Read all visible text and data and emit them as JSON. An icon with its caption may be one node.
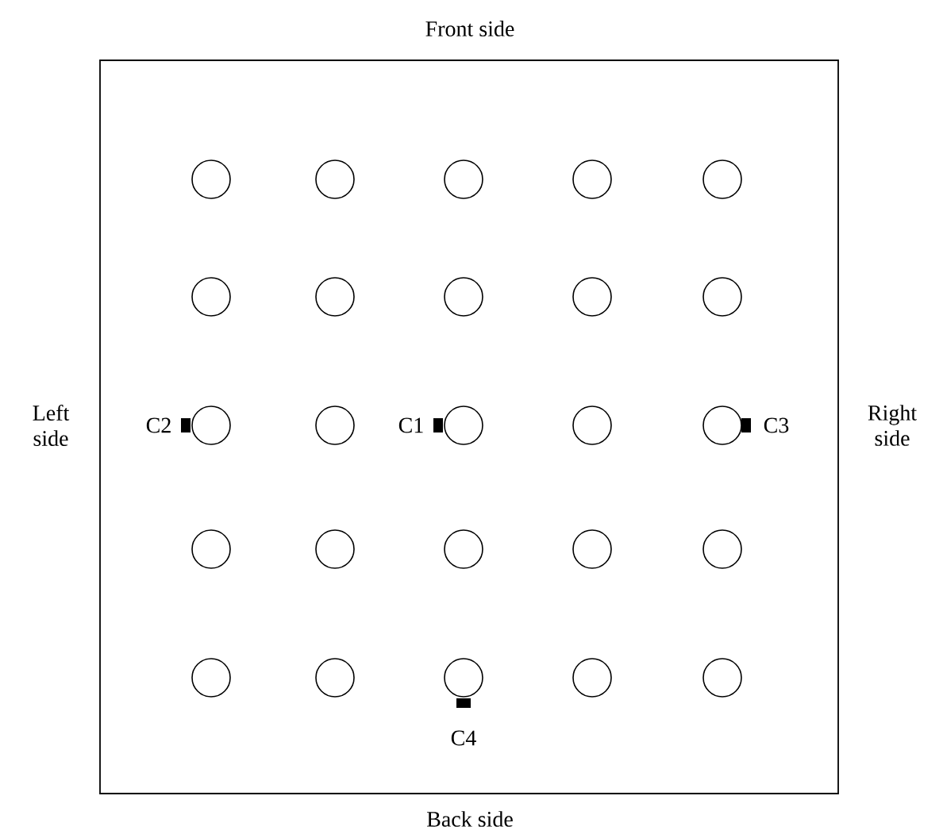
{
  "diagram": {
    "nodes": [
      {
        "text": [],
        "shape": "circle"
      },
      {
        "text": [],
        "shape": "circle"
      },
      {
        "text": [],
        "shape": "circle"
      },
      {
        "text": [],
        "shape": "circle"
      },
      {
        "text": [],
        "shape": "circle"
      },
      {
        "text": [],
        "shape": "circle"
      },
      {
        "text": [],
        "shape": "circle"
      },
      {
        "text": [],
        "shape": "circle"
      },
      {
        "text": [],
        "shape": "circle"
      },
      {
        "text": [],
        "shape": "circle"
      },
      {
        "text": [],
        "shape": "circle"
      },
      {
        "text": [],
        "shape": "circle"
      },
      {
        "text": [],
        "shape": "circle"
      },
      {
        "text": [],
        "shape": "circle"
      },
      {
        "text": [],
        "shape": "circle"
      },
      {
        "text": [],
        "shape": "circle"
      },
      {
        "text": [],
        "shape": "circle"
      },
      {
        "text": [],
        "shape": "circle"
      },
      {
        "text": [],
        "shape": "circle"
      },
      {
        "text": [],
        "shape": "circle"
      },
      {
        "text": [],
        "shape": "circle"
      },
      {
        "text": [],
        "shape": "circle"
      },
      {
        "text": [],
        "shape": "circle"
      },
      {
        "text": [],
        "shape": "circle"
      },
      {
        "text": [],
        "shape": "circle"
      }
    ],
    "labels": [
      "Front side",
      "Left side",
      "C2",
      "C1",
      "C3",
      "Right side",
      "C4",
      "Back side"
    ]
  }
}
